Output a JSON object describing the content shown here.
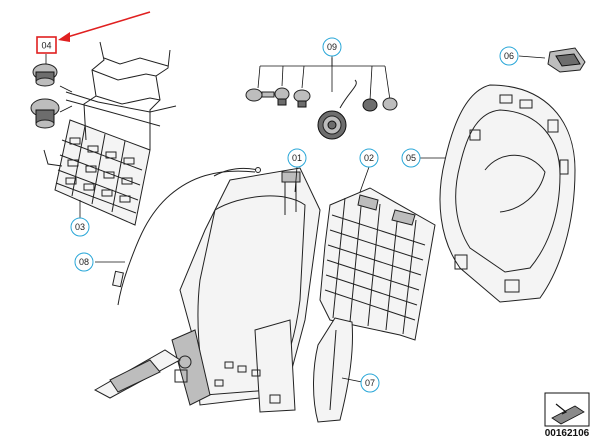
{
  "diagram": {
    "callouts": [
      {
        "id": "c01",
        "label": "01"
      },
      {
        "id": "c02",
        "label": "02"
      },
      {
        "id": "c03",
        "label": "03"
      },
      {
        "id": "c04",
        "label": "04"
      },
      {
        "id": "c05",
        "label": "05"
      },
      {
        "id": "c06",
        "label": "06"
      },
      {
        "id": "c07",
        "label": "07"
      },
      {
        "id": "c08",
        "label": "08"
      },
      {
        "id": "c09",
        "label": "09"
      }
    ],
    "highlight_label": "04",
    "highlight_color": "#e02020",
    "callout_color": "#2aa7d8",
    "reference_number": "00162106"
  }
}
